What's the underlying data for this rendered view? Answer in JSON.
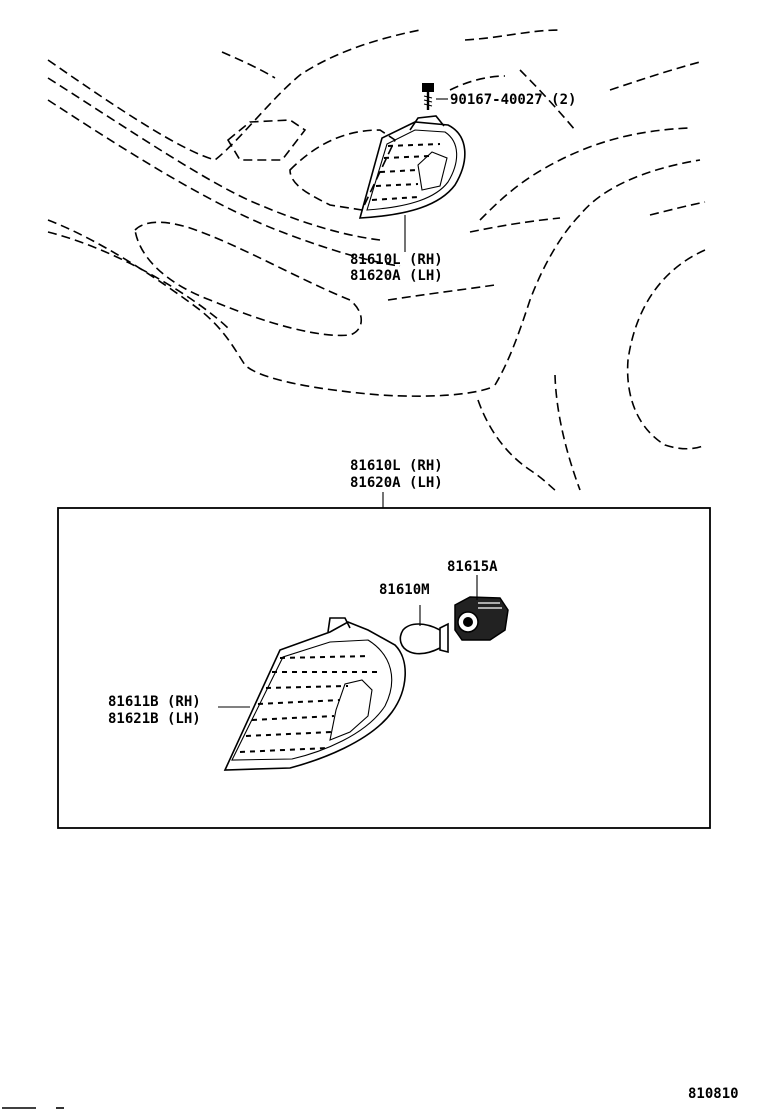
{
  "callouts": {
    "bolt": "90167-40027 (2)",
    "assy_upper_rh": "81610L (RH)",
    "assy_upper_lh": "81620A (LH)",
    "assy_box_rh": "81610L (RH)",
    "assy_box_lh": "81620A (LH)",
    "socket": "81615A",
    "bulb": "81610M",
    "lens_rh": "81611B (RH)",
    "lens_lh": "81621B (LH)"
  },
  "illustration_number": "810810"
}
